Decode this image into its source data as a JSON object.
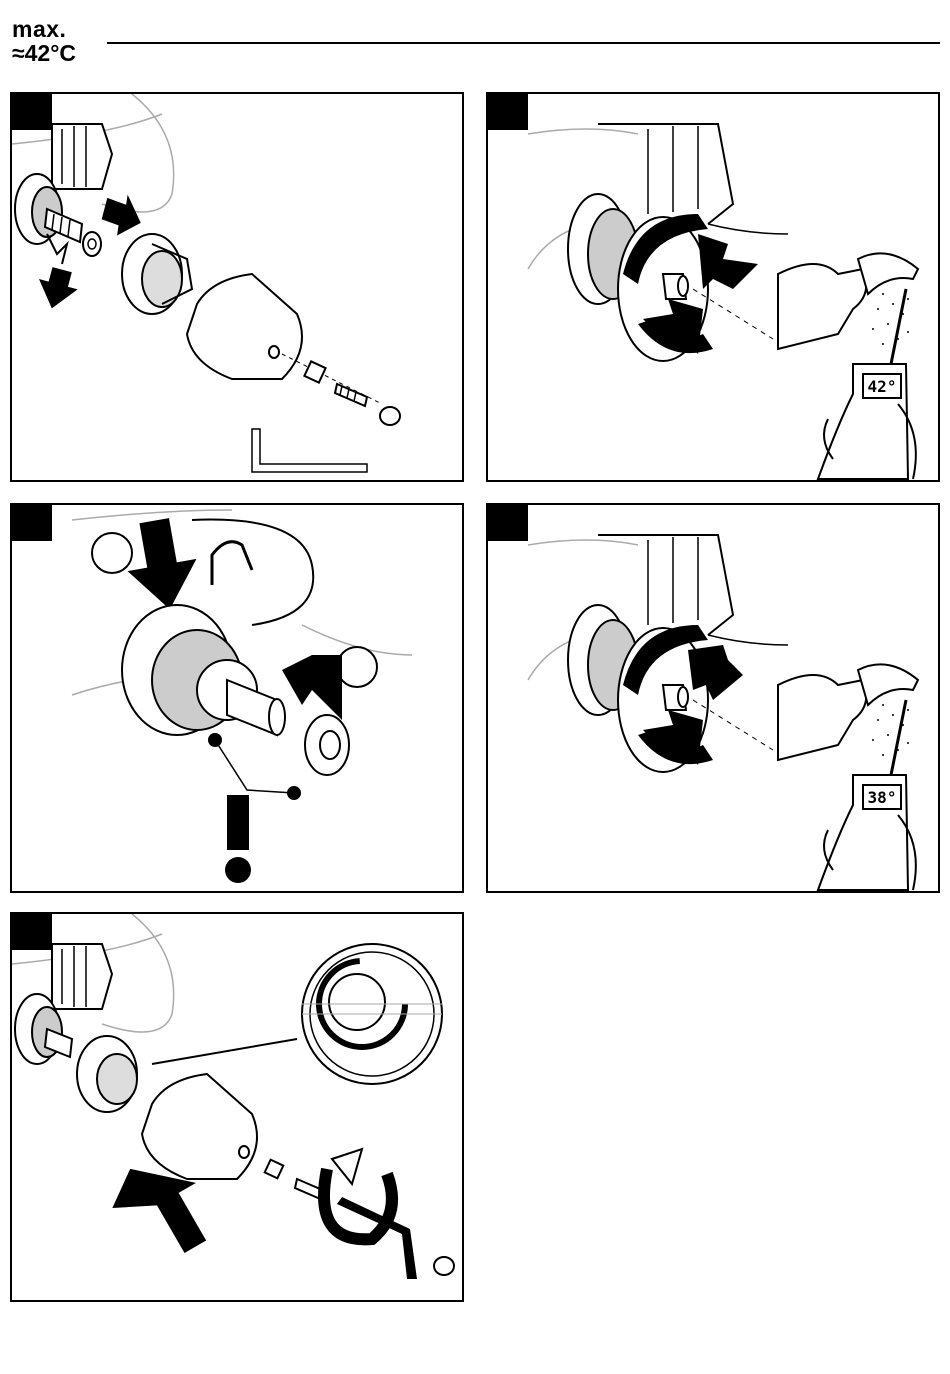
{
  "header": {
    "max_label": "max.",
    "temperature_label": "≈42°C"
  },
  "panels": [
    {
      "id": "panel-1",
      "description_key": "disassemble"
    },
    {
      "id": "panel-2",
      "display_reading": "42°"
    },
    {
      "id": "panel-3",
      "callout_a": "",
      "callout_b": ""
    },
    {
      "id": "panel-4",
      "display_reading": "38°"
    },
    {
      "id": "panel-5",
      "description_key": "reassemble"
    }
  ],
  "colors": {
    "line": "#000000",
    "light_line": "#9a9a9a",
    "background": "#ffffff"
  }
}
